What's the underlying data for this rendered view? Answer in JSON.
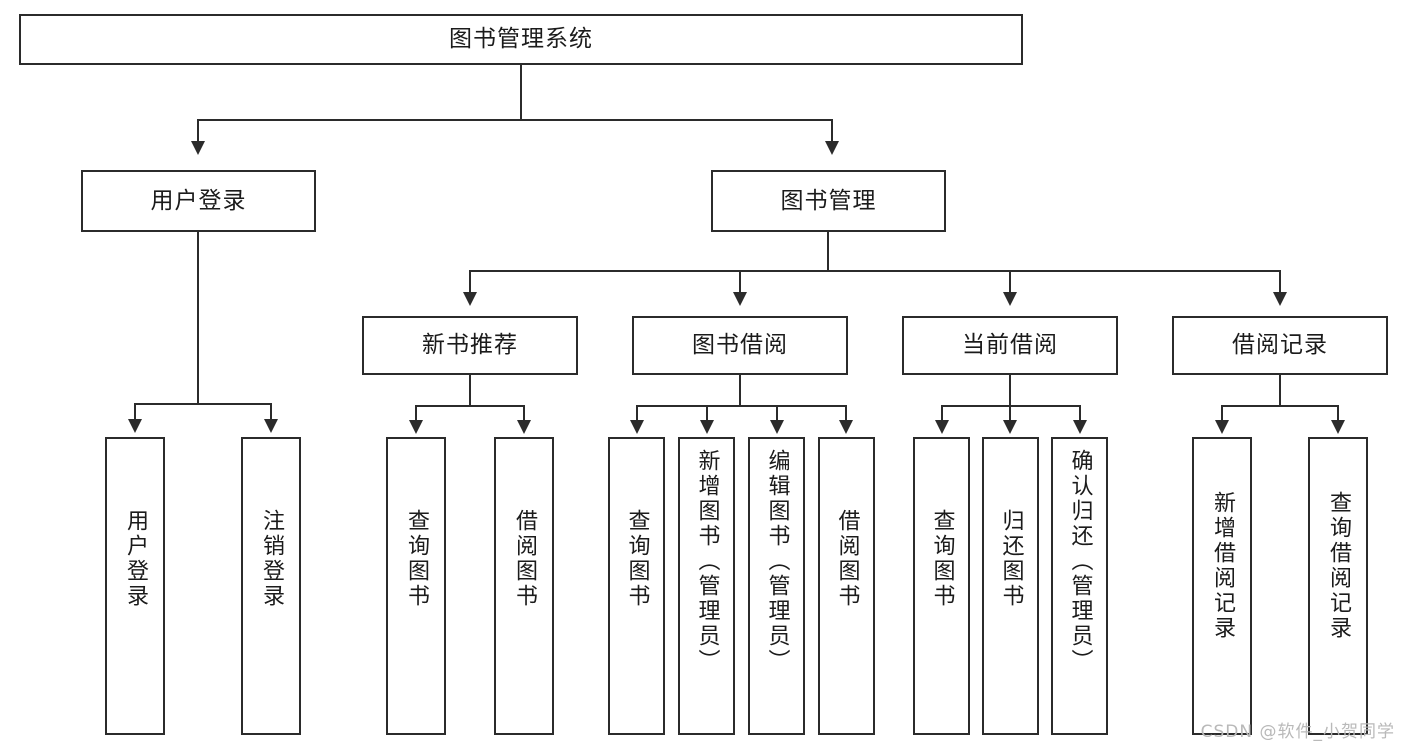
{
  "diagram": {
    "title": "图书管理系统",
    "watermark": "CSDN @软件_小贺同学",
    "colors": {
      "stroke": "#2b2b2b",
      "fill": "#ffffff",
      "text": "#1b1b1b",
      "watermark": "#b9b9b9"
    },
    "type": "tree-hierarchy",
    "levels": 4
  },
  "root": {
    "label": "图书管理系统"
  },
  "level2": [
    {
      "label": "用户登录"
    },
    {
      "label": "图书管理"
    }
  ],
  "level3": [
    {
      "label": "新书推荐"
    },
    {
      "label": "图书借阅"
    },
    {
      "label": "当前借阅"
    },
    {
      "label": "借阅记录"
    }
  ],
  "leaves": {
    "user_login": [
      {
        "label": "用户登录"
      },
      {
        "label": "注销登录"
      }
    ],
    "new_book": [
      {
        "label": "查询图书"
      },
      {
        "label": "借阅图书"
      }
    ],
    "book_borrow": [
      {
        "label": "查询图书"
      },
      {
        "label": "新增图书（管理员）"
      },
      {
        "label": "编辑图书（管理员）"
      },
      {
        "label": "借阅图书"
      }
    ],
    "current_borrow": [
      {
        "label": "查询图书"
      },
      {
        "label": "归还图书"
      },
      {
        "label": "确认归还（管理员）"
      }
    ],
    "borrow_record": [
      {
        "label": "新增借阅记录"
      },
      {
        "label": "查询借阅记录"
      }
    ]
  }
}
